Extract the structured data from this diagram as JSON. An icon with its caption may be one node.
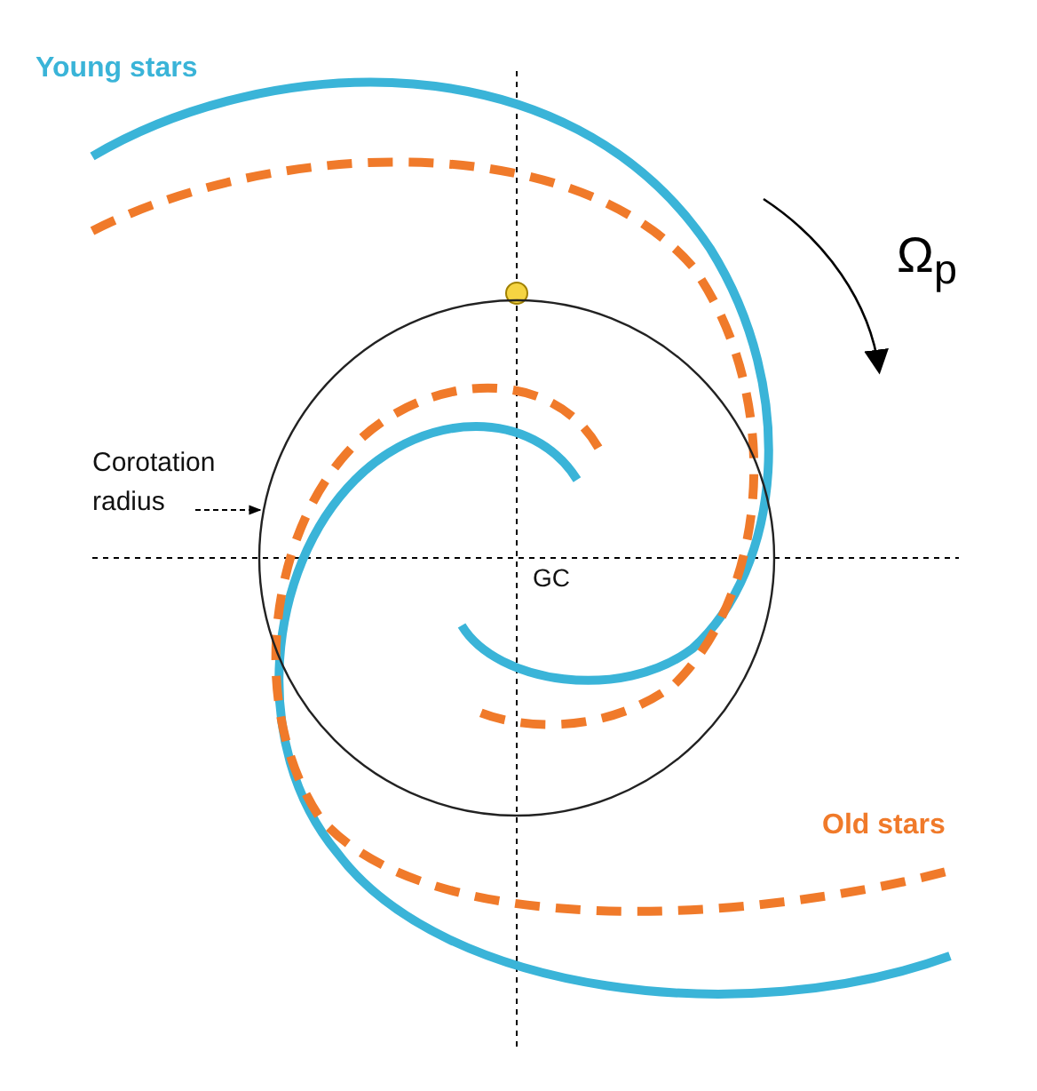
{
  "diagram": {
    "nodes": [
      {
        "text": [
          "Corotation radius"
        ]
      },
      {
        "text": [],
        "shape": "circle"
      }
    ],
    "edges": [
      {
        "from": 0,
        "to": 1,
        "arrow": "to",
        "style": "dashed"
      }
    ],
    "labels": [
      "Young stars",
      "Ω$_{p}$",
      "GC",
      "Old stars"
    ]
  }
}
